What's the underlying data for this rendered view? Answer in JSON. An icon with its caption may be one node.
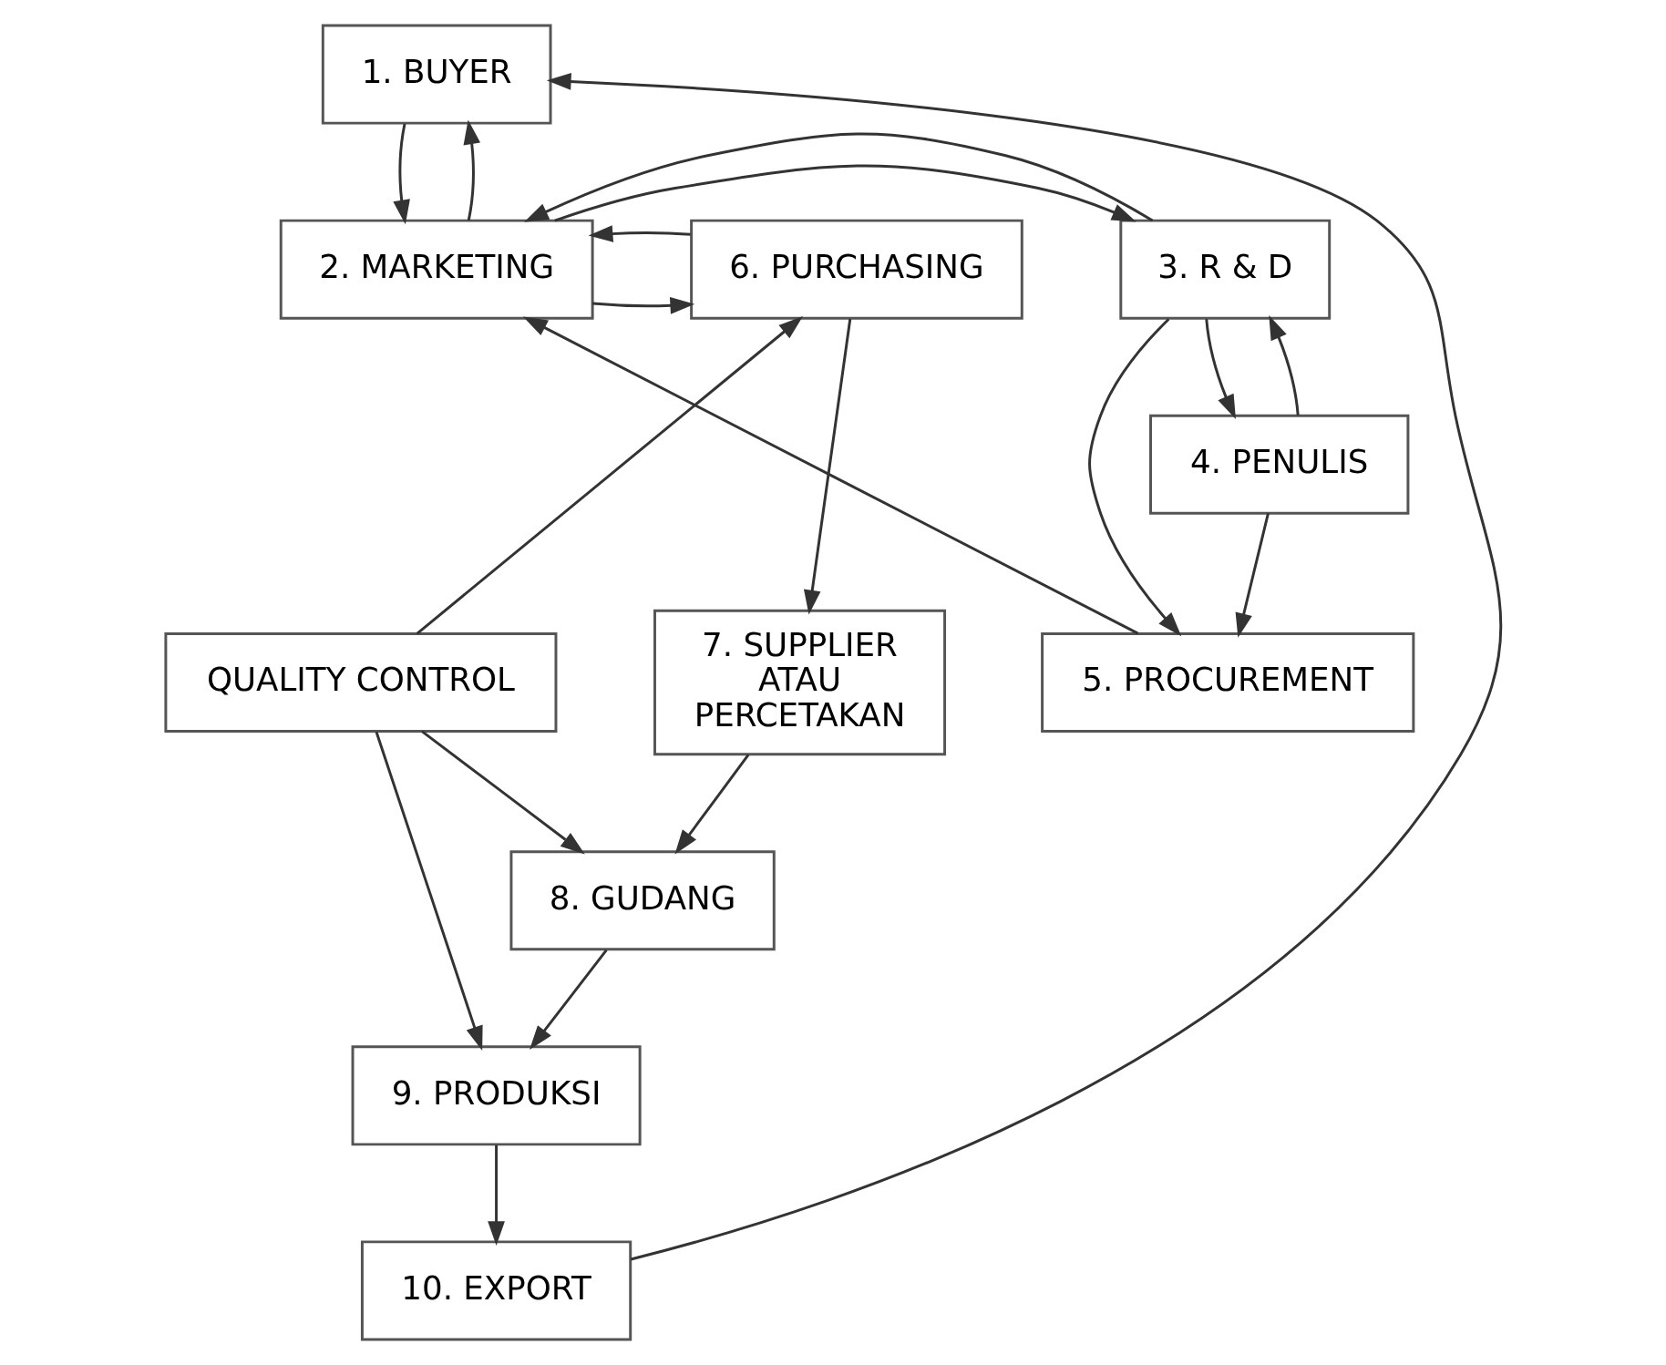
{
  "diagram": {
    "nodes": [
      {
        "text": [
          "1. BUYER"
        ]
      },
      {
        "text": [
          "2. MARKETING"
        ]
      },
      {
        "text": [
          "3. R & D"
        ]
      },
      {
        "text": [
          "4. PENULIS"
        ]
      },
      {
        "text": [
          "5. PROCUREMENT"
        ]
      },
      {
        "text": [
          "6. PURCHASING"
        ]
      },
      {
        "text": [
          "7. SUPPLIER ATAU PERCETAKAN"
        ]
      },
      {
        "text": [
          "8. GUDANG"
        ]
      },
      {
        "text": [
          "9. PRODUKSI"
        ]
      },
      {
        "text": [
          "10. EXPORT"
        ]
      },
      {
        "text": [
          "QUALITY CONTROL"
        ]
      }
    ],
    "edges": [
      {
        "from": 0,
        "to": 1,
        "arrow": "to"
      },
      {
        "from": 1,
        "to": 0,
        "arrow": "to"
      },
      {
        "from": 1,
        "to": 2,
        "arrow": "to"
      },
      {
        "from": 2,
        "to": 1,
        "arrow": "to"
      },
      {
        "from": 1,
        "to": 5,
        "arrow": "to"
      },
      {
        "from": 5,
        "to": 1,
        "arrow": "to"
      },
      {
        "from": 2,
        "to": 3,
        "arrow": "to"
      },
      {
        "from": 3,
        "to": 2,
        "arrow": "to"
      },
      {
        "from": 3,
        "to": 4,
        "arrow": "to"
      },
      {
        "from": 2,
        "to": 4,
        "arrow": "to"
      },
      {
        "from": 4,
        "to": 1,
        "arrow": "to"
      },
      {
        "from": 5,
        "to": 6,
        "arrow": "to"
      },
      {
        "from": 6,
        "to": 7,
        "arrow": "to"
      },
      {
        "from": 10,
        "to": 5,
        "arrow": "to"
      },
      {
        "from": 10,
        "to": 7,
        "arrow": "to"
      },
      {
        "from": 10,
        "to": 8,
        "arrow": "to"
      },
      {
        "from": 7,
        "to": 8,
        "arrow": "to"
      },
      {
        "from": 8,
        "to": 9,
        "arrow": "to"
      },
      {
        "from": 9,
        "to": 0,
        "arrow": "to"
      }
    ]
  }
}
